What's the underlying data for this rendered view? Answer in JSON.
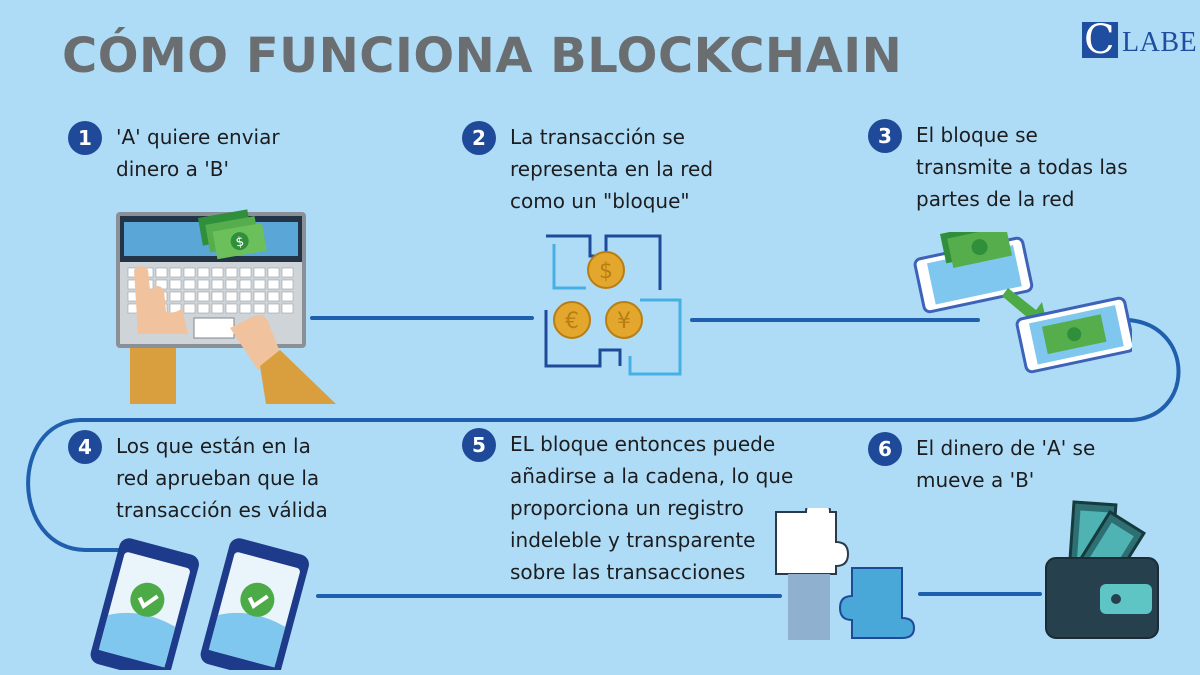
{
  "title": "CÓMO FUNCIONA BLOCKCHAIN",
  "logo": {
    "letter": "C",
    "rest": "LABE"
  },
  "colors": {
    "background": "#aedcf6",
    "accent": "#1e4a99",
    "connector": "#1f5fae",
    "title": "#6b6e71"
  },
  "steps": [
    {
      "number": "1",
      "lines": [
        "'A' quiere enviar",
        "dinero a 'B'"
      ],
      "icon": "laptop-money-icon"
    },
    {
      "number": "2",
      "lines": [
        "La transacción se",
        "representa en la red",
        "como un \"bloque\""
      ],
      "icon": "puzzle-coins-icon"
    },
    {
      "number": "3",
      "lines": [
        "El bloque se",
        "transmite a todas las",
        "partes de la red"
      ],
      "icon": "phones-transfer-icon"
    },
    {
      "number": "4",
      "lines": [
        "Los que están en la",
        "red aprueban que la",
        "transacción es válida"
      ],
      "icon": "phones-check-icon"
    },
    {
      "number": "5",
      "lines": [
        "EL bloque entonces puede",
        "añadirse a la cadena, lo que",
        "proporciona un registro",
        "indeleble y transparente",
        "sobre las transacciones"
      ],
      "icon": "puzzle-pieces-icon"
    },
    {
      "number": "6",
      "lines": [
        "El dinero de 'A' se",
        "mueve a 'B'"
      ],
      "icon": "wallet-icon"
    }
  ]
}
